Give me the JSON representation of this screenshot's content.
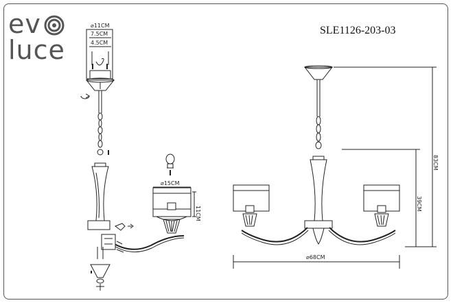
{
  "logo": {
    "line1_a": "ev",
    "line1_b": "",
    "line2": "luce"
  },
  "model": "SLE1126-203-03",
  "canopy_dims": {
    "diameter": "⌀11CM",
    "depth_outer": "7.5CM",
    "depth_inner": "4.5CM"
  },
  "shade_dims": {
    "diameter": "⌀15CM",
    "height": "11CM"
  },
  "overall_dims": {
    "width": "⌀68CM",
    "lower_height": "39CM",
    "total_height": "83CM"
  },
  "colors": {
    "line": "#222222",
    "shade_fill": "#ffffff",
    "frame": "#555555"
  }
}
